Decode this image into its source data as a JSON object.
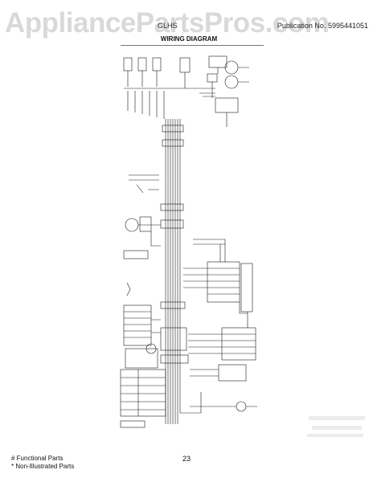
{
  "watermark": "AppliancePartsPros.com",
  "header": {
    "model": "GLHS",
    "publication": "Publication No. 5995441051"
  },
  "title": "WIRING DIAGRAM",
  "footnotes": {
    "functional": "# Functional Parts",
    "non_illustrated": "* Non-Illustrated Parts"
  },
  "page_number": "23",
  "colors": {
    "line": "#1a1a1a",
    "watermark": "#d9d9d9"
  }
}
